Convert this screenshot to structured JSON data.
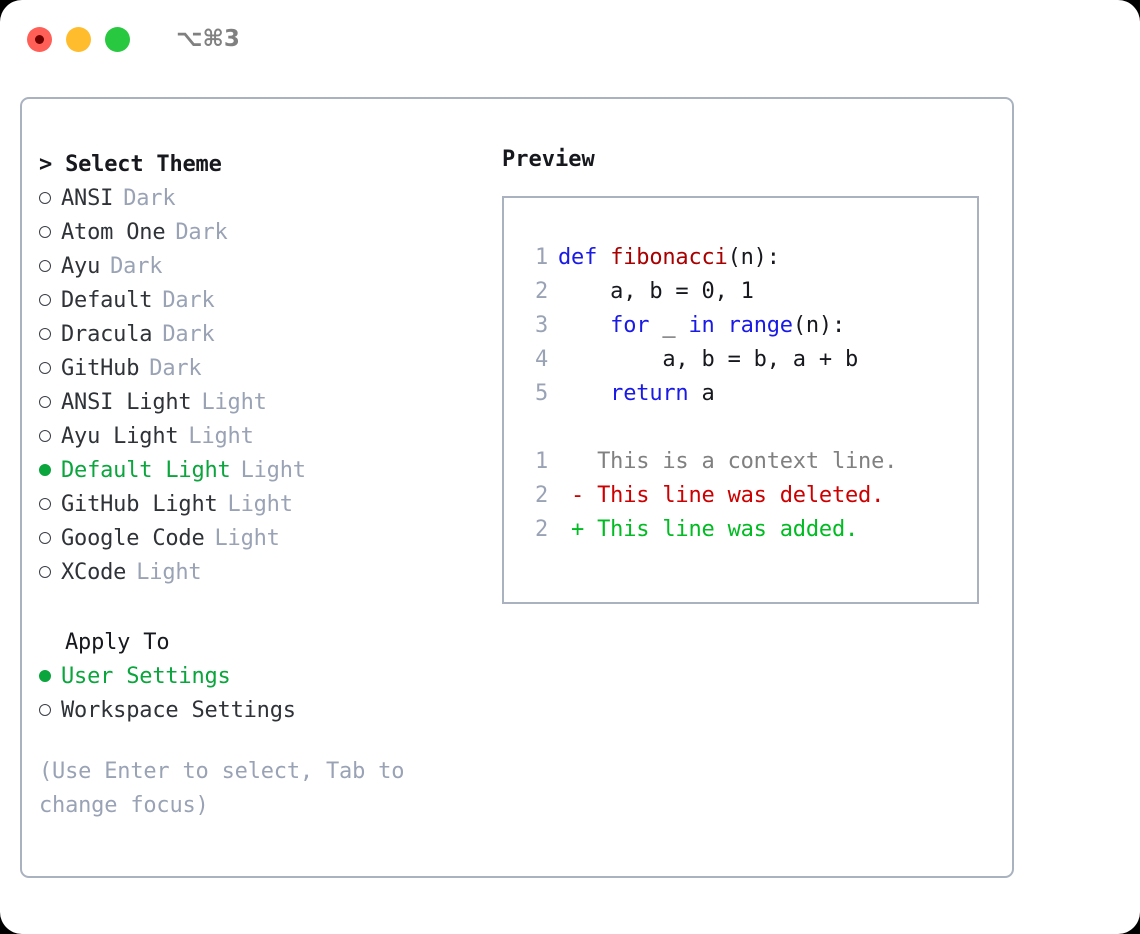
{
  "window": {
    "shortcut_label": "⌥⌘3",
    "traffic_lights": [
      "close-red",
      "minimize-yellow",
      "maximize-green"
    ]
  },
  "colors": {
    "panel_border": "#aab2c0",
    "accent_green": "#0aa53c",
    "muted_text": "#9aa3b5",
    "body_text": "#2f3338",
    "keyword_blue": "#1a1ae6",
    "function_red": "#a80000",
    "diff_deleted": "#cc0000",
    "diff_added": "#00bb22"
  },
  "theme_picker": {
    "header": "> Select Theme",
    "items": [
      {
        "marker": "○",
        "name": "ANSI",
        "kind": "Dark",
        "selected": false
      },
      {
        "marker": "○",
        "name": "Atom One",
        "kind": "Dark",
        "selected": false
      },
      {
        "marker": "○",
        "name": "Ayu",
        "kind": "Dark",
        "selected": false
      },
      {
        "marker": "○",
        "name": "Default",
        "kind": "Dark",
        "selected": false
      },
      {
        "marker": "○",
        "name": "Dracula",
        "kind": "Dark",
        "selected": false
      },
      {
        "marker": "○",
        "name": "GitHub",
        "kind": "Dark",
        "selected": false
      },
      {
        "marker": "○",
        "name": "ANSI Light",
        "kind": "Light",
        "selected": false
      },
      {
        "marker": "○",
        "name": "Ayu Light",
        "kind": "Light",
        "selected": false
      },
      {
        "marker": "●",
        "name": "Default Light",
        "kind": "Light",
        "selected": true
      },
      {
        "marker": "○",
        "name": "GitHub Light",
        "kind": "Light",
        "selected": false
      },
      {
        "marker": "○",
        "name": "Google Code",
        "kind": "Light",
        "selected": false
      },
      {
        "marker": "○",
        "name": "XCode",
        "kind": "Light",
        "selected": false
      }
    ]
  },
  "apply_to": {
    "heading": "Apply To",
    "options": [
      {
        "marker": "●",
        "label": "User Settings",
        "selected": true
      },
      {
        "marker": "○",
        "label": "Workspace Settings",
        "selected": false
      }
    ]
  },
  "hint": "(Use Enter to select, Tab to change focus)",
  "preview": {
    "title": "Preview",
    "code_lines": [
      {
        "number": "1",
        "segments": [
          {
            "text": "def ",
            "style": "kw"
          },
          {
            "text": "fibonacci",
            "style": "fn"
          },
          {
            "text": "(n):",
            "style": "plain"
          }
        ]
      },
      {
        "number": "2",
        "segments": [
          {
            "text": "    a, b = 0, 1",
            "style": "plain"
          }
        ]
      },
      {
        "number": "3",
        "segments": [
          {
            "text": "    for ",
            "style": "kw"
          },
          {
            "text": "_ ",
            "style": "plain"
          },
          {
            "text": "in ",
            "style": "kw"
          },
          {
            "text": "range",
            "style": "kw"
          },
          {
            "text": "(n):",
            "style": "plain"
          }
        ]
      },
      {
        "number": "4",
        "segments": [
          {
            "text": "        a, b = b, a + b",
            "style": "plain"
          }
        ]
      },
      {
        "number": "5",
        "segments": [
          {
            "text": "    return ",
            "style": "kw"
          },
          {
            "text": "a",
            "style": "plain"
          }
        ]
      },
      {
        "number": "",
        "segments": []
      },
      {
        "number": "1",
        "segments": [
          {
            "text": "   This is a context line.",
            "style": "context"
          }
        ]
      },
      {
        "number": "2",
        "segments": [
          {
            "text": " - This line was deleted.",
            "style": "del"
          }
        ]
      },
      {
        "number": "2",
        "segments": [
          {
            "text": " + This line was added.",
            "style": "add"
          }
        ]
      }
    ]
  }
}
